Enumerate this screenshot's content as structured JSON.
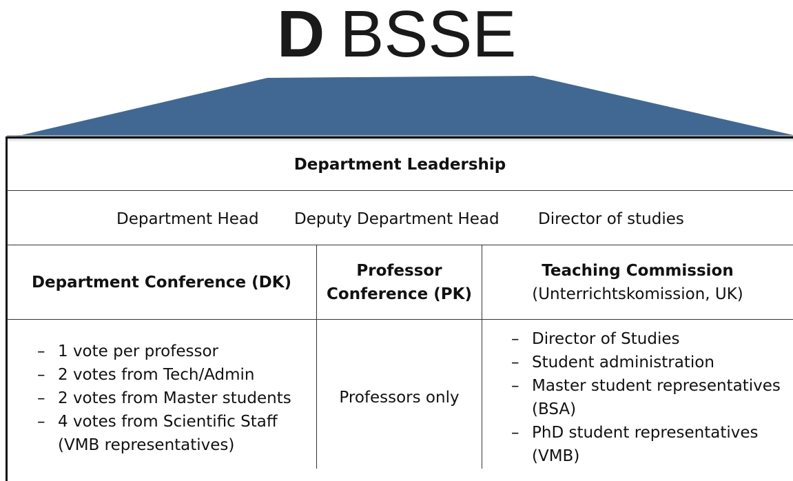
{
  "logo": {
    "letter": "D",
    "text": "BSSE"
  },
  "colors": {
    "roof": "#416893",
    "lines": "#333333",
    "frame": "#111111"
  },
  "leadership": {
    "title": "Department Leadership",
    "roles": [
      "Department Head",
      "Deputy Department Head",
      "Director of studies"
    ]
  },
  "columns": [
    {
      "title": "Department Conference (DK)",
      "subtitle": "",
      "items": [
        "1 vote per professor",
        "2 votes from Tech/Admin",
        "2 votes from Master students",
        "4 votes from Scientific Staff (VMB representatives)"
      ]
    },
    {
      "title_line1": "Professor",
      "title_line2": "Conference (PK)",
      "body": "Professors only"
    },
    {
      "title": "Teaching Commission",
      "subtitle": "(Unterrichtskomission, UK)",
      "items": [
        "Director of Studies",
        "Student administration",
        "Master student representatives (BSA)",
        "PhD student representatives (VMB)"
      ]
    }
  ]
}
